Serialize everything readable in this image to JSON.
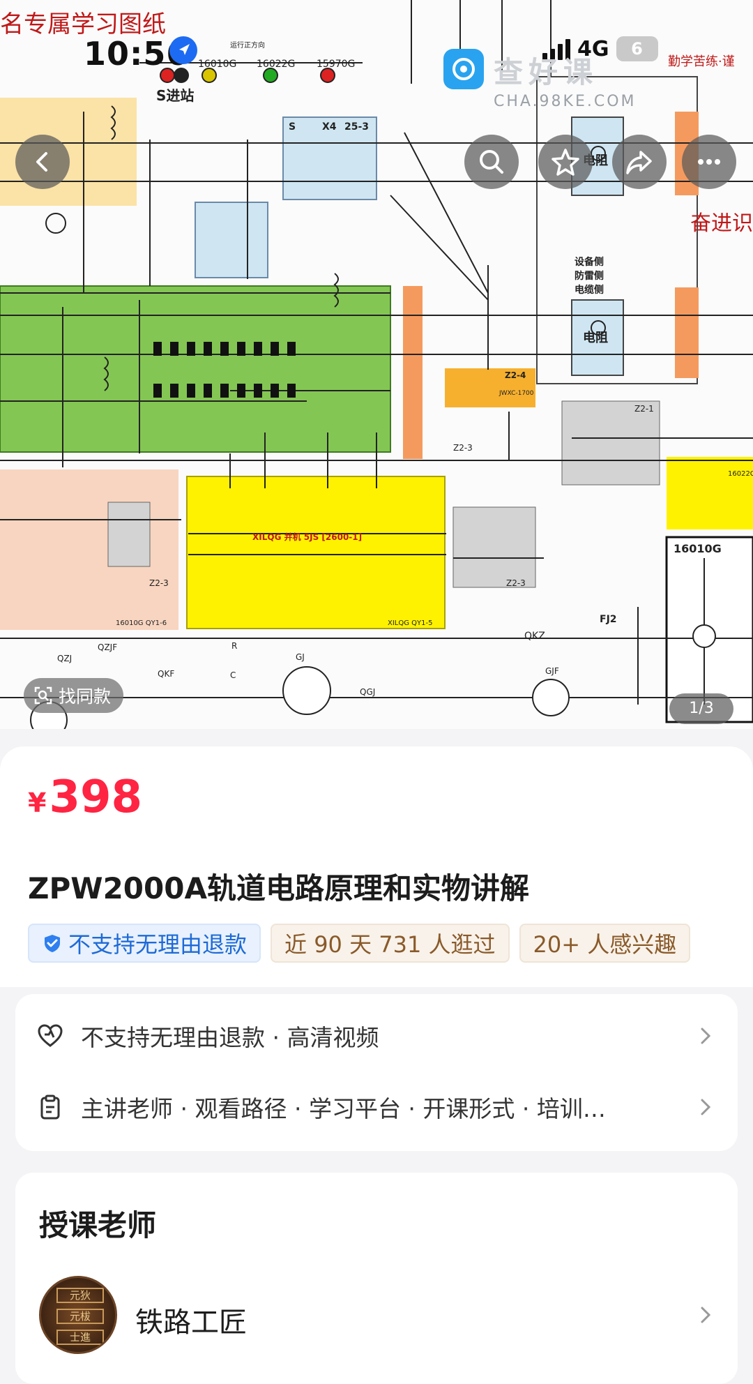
{
  "status_bar": {
    "time": "10:56",
    "network": "4G",
    "battery": "6"
  },
  "hero": {
    "watermark_title": "查好课",
    "watermark_url": "CHA.98KE.COM",
    "find_same_label": "找同款",
    "page_indicator": "1/3",
    "schematic_labels": {
      "top_left_caption": "名专属学习图纸",
      "top_right_caption": "勤学苦练·谨",
      "right_caption": "奋进识",
      "station": "S进站",
      "direction": "运行正方向",
      "track1": "16010G",
      "track2": "16022G",
      "track3": "15970G",
      "box_s": "S",
      "box_x4": "X4",
      "box_253": "25-3",
      "resistor1": "电阻",
      "resistor2": "电阻",
      "equip_side": "设备侧",
      "lightning_side": "防雷侧",
      "cable_side": "电缆侧",
      "z24": "Z2-4",
      "jwxc": "JWXC-1700",
      "z21": "Z2-1",
      "z23a": "Z2-3",
      "z23b": "Z2-3",
      "z23c": "Z2-3",
      "xilqg": "XILQG 并机 5JS [2600-1]",
      "qy15": "XILQG QY1-5",
      "qy16": "16010G QY1-6",
      "g16010": "16010G",
      "g16022": "16022G",
      "qkz1": "QKZ",
      "qkf1": "QKF",
      "qzj": "QZJ",
      "qzjf": "QZJF",
      "gj": "GJ",
      "gjf": "GJF",
      "qgj": "QGJ",
      "fj2": "FJ2",
      "r_label": "R",
      "c_label": "C"
    }
  },
  "product": {
    "currency": "¥",
    "price": "398",
    "title": "ZPW2000A轨道电路原理和实物讲解",
    "tags": [
      "不支持无理由退款",
      "近 90 天 731 人逛过",
      "20+ 人感兴趣"
    ]
  },
  "services": {
    "row1": "不支持无理由退款 · 高清视频",
    "row2": "主讲老师 · 观看路径 · 学习平台 · 开课形式 · 培训…"
  },
  "teacher": {
    "section_title": "授课老师",
    "name": "铁路工匠",
    "avatar_text": [
      "元狄",
      "元柭",
      "士進"
    ]
  },
  "colors": {
    "price": "#ff2442",
    "tag_blue": "#1e6ad7",
    "tag_brown": "#8a5a2a",
    "panel_green": "#7ec44b",
    "panel_yellow": "#fff000",
    "panel_orange": "#f7d9a0"
  }
}
